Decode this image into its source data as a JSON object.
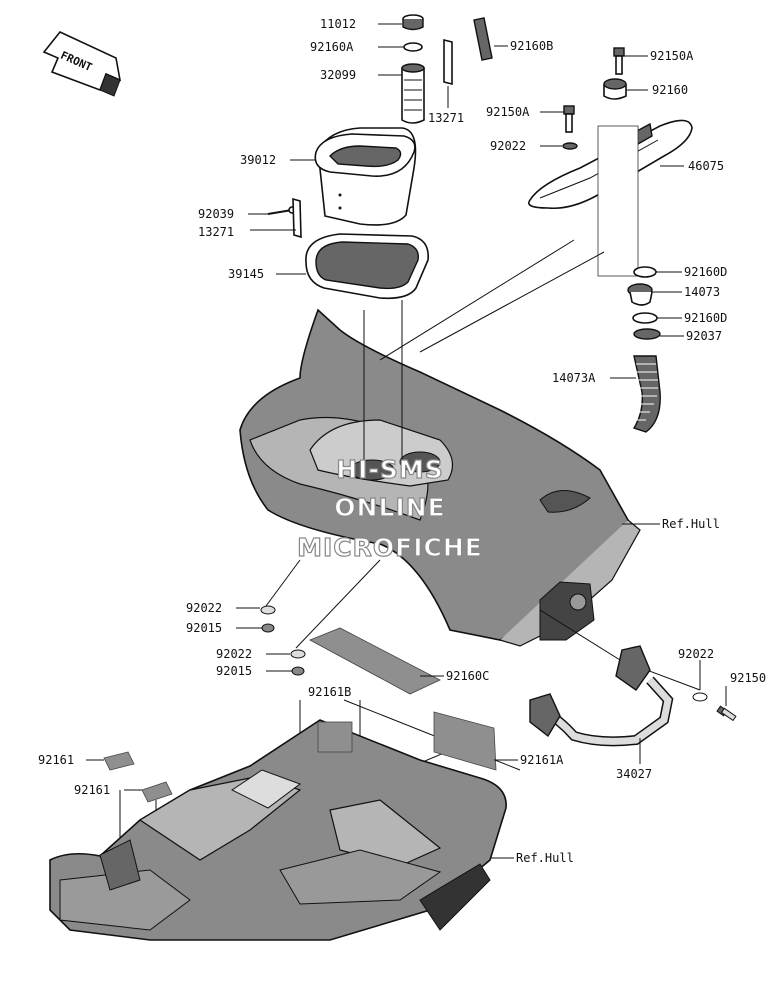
{
  "front_indicator": "FRONT",
  "watermark": [
    "HI-SMS",
    "ONLINE",
    "MICROFICHE"
  ],
  "labels": {
    "p11012": "11012",
    "p92160A": "92160A",
    "p32099": "32099",
    "p92160B": "92160B",
    "p13271_top": "13271",
    "p39012": "39012",
    "p92039": "92039",
    "p13271_mid": "13271",
    "p39145": "39145",
    "p92150A_top": "92150A",
    "p92160": "92160",
    "p92150A_mid": "92150A",
    "p92022_top": "92022",
    "p46075": "46075",
    "p92160D_1": "92160D",
    "p14073": "14073",
    "p92160D_2": "92160D",
    "p92037": "92037",
    "p14073A": "14073A",
    "ref_hull_1": "Ref.Hull",
    "p92022_l1": "92022",
    "p92015_l1": "92015",
    "p92022_l2": "92022",
    "p92015_l2": "92015",
    "p92160C": "92160C",
    "p92022_r": "92022",
    "p92150": "92150",
    "p92161B": "92161B",
    "p92161_1": "92161",
    "p92161_2": "92161",
    "p92161A": "92161A",
    "p34027": "34027",
    "ref_hull_2": "Ref.Hull"
  }
}
